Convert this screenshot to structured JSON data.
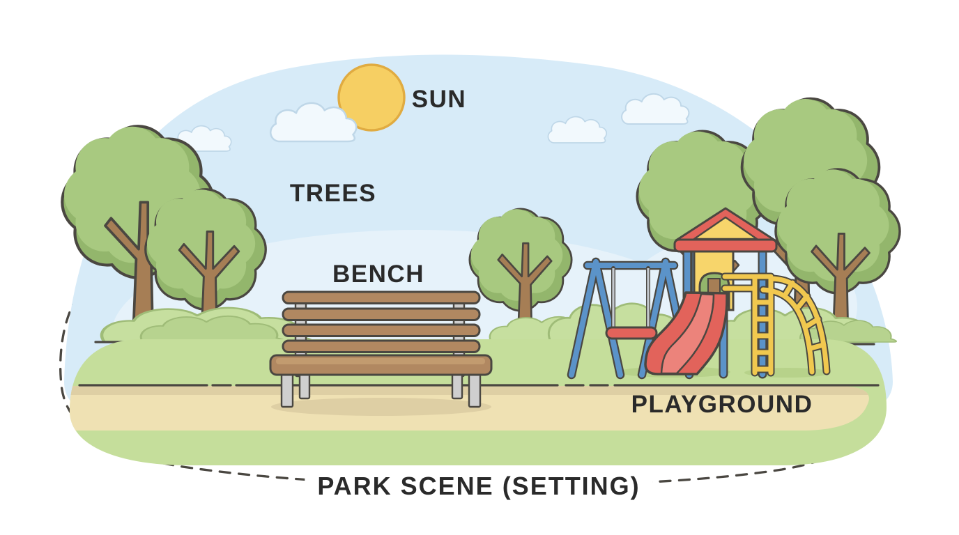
{
  "illustration": {
    "caption": "PARK SCENE (SETTING)",
    "labels": {
      "sun": "SUN",
      "trees": "TREES",
      "bench": "BENCH",
      "playground": "PLAYGROUND"
    }
  },
  "colors": {
    "background": "#FFFFFF",
    "outline": "#4A4741",
    "sky": "#D7EBF8",
    "skyLight": "#E6F2FA",
    "cloud": "#F2F9FD",
    "cloudOutline": "#BFD7E8",
    "sun": "#F6CF63",
    "sunOutline": "#E0AB41",
    "canopy": "#A8C980",
    "canopyShade": "#93B66C",
    "trunk": "#A67E55",
    "bushLight": "#C6DF9F",
    "bushDark": "#B7D38F",
    "bushOutline": "#9FBC78",
    "grass": "#C5DE9B",
    "grassShadow": "#B7D28A",
    "sand": "#EFE1B3",
    "sandShade": "#DECFA4",
    "benchWood": "#B18861",
    "benchWoodLight": "#C29B6F",
    "metal": "#CFCFCF",
    "blue": "#5B93C9",
    "rope": "#C4C9CE",
    "red": "#E2635B",
    "redLight": "#EC837B",
    "yellow": "#F7D56B",
    "yellowDeep": "#F1C84F",
    "text": "#2A2A2A"
  }
}
